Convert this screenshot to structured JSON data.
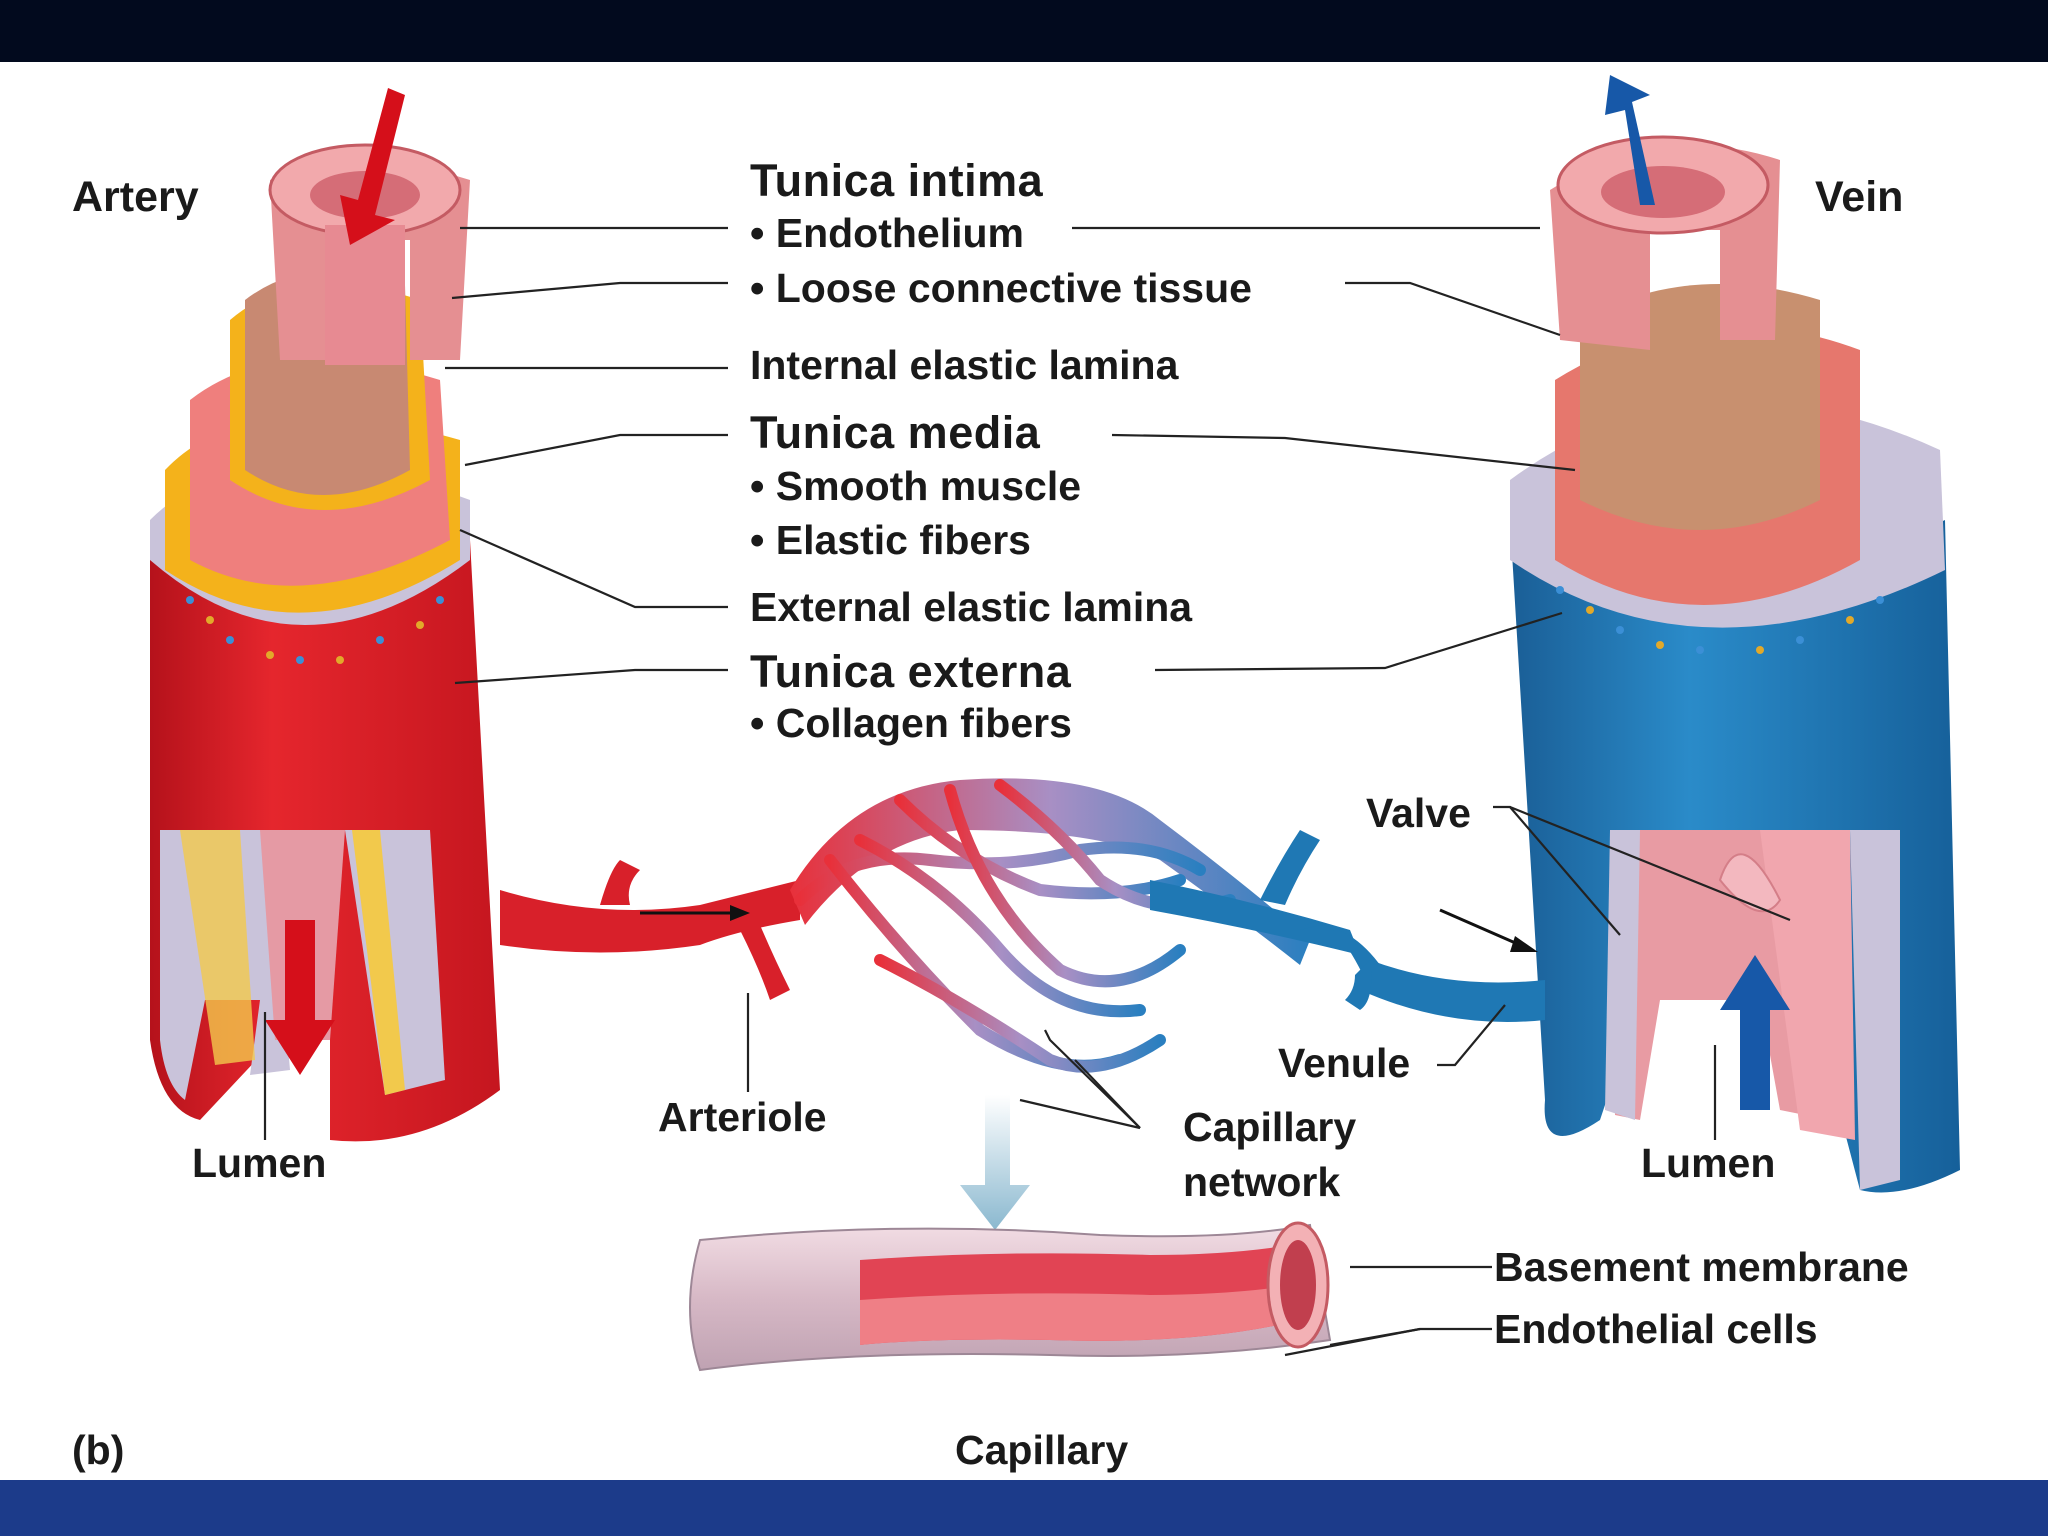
{
  "figure": {
    "panel_label": "(b)",
    "bottom_title": "Capillary"
  },
  "vessels": {
    "artery": "Artery",
    "vein": "Vein"
  },
  "layers": {
    "tunica_intima": "Tunica intima",
    "endothelium": "• Endothelium",
    "loose_connective": "• Loose connective tissue",
    "internal_elastic": "Internal elastic lamina",
    "tunica_media": "Tunica media",
    "smooth_muscle": "• Smooth muscle",
    "elastic_fibers": "• Elastic fibers",
    "external_elastic": "External elastic lamina",
    "tunica_externa": "Tunica externa",
    "collagen": "• Collagen fibers"
  },
  "structures": {
    "lumen_left": "Lumen",
    "lumen_right": "Lumen",
    "arteriole": "Arteriole",
    "venule": "Venule",
    "valve": "Valve",
    "capillary_network_1": "Capillary",
    "capillary_network_2": "network",
    "basement_membrane": "Basement membrane",
    "endothelial_cells": "Endothelial cells"
  },
  "colors": {
    "artery": "#d8202a",
    "vein": "#1f78b4",
    "intima": "#ee8f90",
    "elastic": "#f4b21b",
    "externa": "#c9c3da",
    "arrow_red": "#d50f1a",
    "arrow_blue": "#1758a8"
  }
}
